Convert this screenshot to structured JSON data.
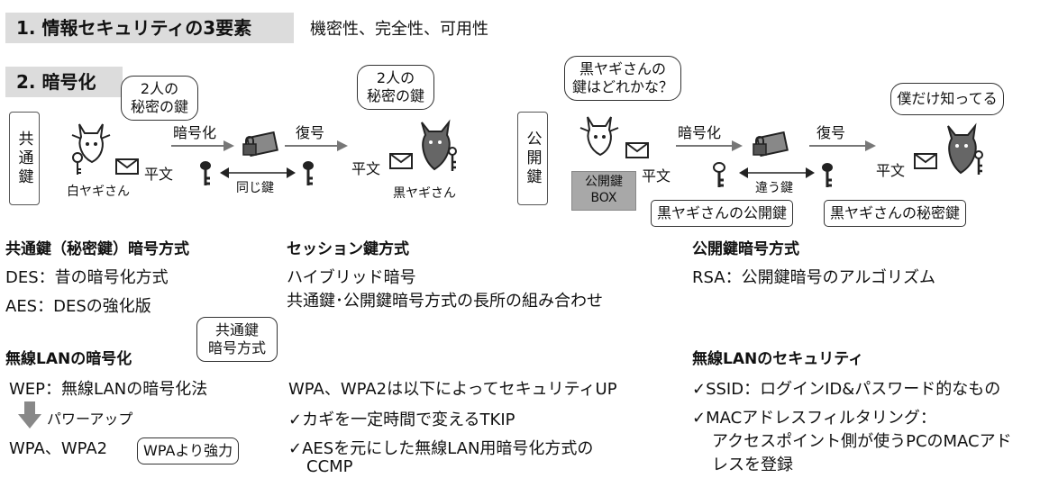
{
  "section1": {
    "title": "1. 情報セキュリティの3要素",
    "content": "機密性、完全性、可用性"
  },
  "section2": {
    "title": "2. 暗号化"
  },
  "common_diagram": {
    "label": "共通鍵",
    "bubble_left": "2人の\n秘密の鍵",
    "bubble_right": "2人の\n秘密の鍵",
    "sender": "白ヤギさん",
    "receiver": "黒ヤギさん",
    "plain_left": "平文",
    "plain_right": "平文",
    "encrypt": "暗号化",
    "decrypt": "復号",
    "same_key": "同じ鍵"
  },
  "public_diagram": {
    "label": "公開鍵",
    "bubble_left": "黒ヤギさんの\n鍵はどれかな？",
    "bubble_right": "僕だけ知ってる",
    "plain_left": "平文",
    "plain_right": "平文",
    "encrypt": "暗号化",
    "decrypt": "復号",
    "box": "公開鍵\nBOX",
    "diff_key": "違う鍵",
    "pubkey_label": "黒ヤギさんの公開鍵",
    "privkey_label": "黒ヤギさんの秘密鍵"
  },
  "col1": {
    "heading": "共通鍵（秘密鍵）暗号方式",
    "lines": [
      "DES：昔の暗号化方式",
      "AES：DESの強化版"
    ]
  },
  "col2": {
    "heading": "セッション鍵方式",
    "lines": [
      "ハイブリッド暗号",
      "共通鍵･公開鍵暗号方式の長所の組み合わせ"
    ]
  },
  "col3": {
    "heading": "公開鍵暗号方式",
    "lines": [
      "RSA：公開鍵暗号のアルゴリズム"
    ]
  },
  "wlan_enc": {
    "heading": "無線LANの暗号化",
    "bubble": "共通鍵\n暗号方式",
    "wep": "WEP：無線LANの暗号化法",
    "powerup": "パワーアップ",
    "wpa": "WPA、WPA2",
    "wpa_note": "WPAより強力"
  },
  "wpa_col": {
    "intro": "WPA、WPA2は以下によってセキュリティUP",
    "items": [
      "✓カギを一定時間で変えるTKIP",
      "✓AESを元にした無線LAN用暗号化方式の",
      "CCMP"
    ]
  },
  "wlan_sec": {
    "heading": "無線LANのセキュリティ",
    "items": [
      "✓SSID：ログインID&パスワード的なもの",
      "✓MACアドレスフィルタリング：",
      "アクセスポイント側が使うPCのMACアド",
      "レスを登録"
    ]
  }
}
